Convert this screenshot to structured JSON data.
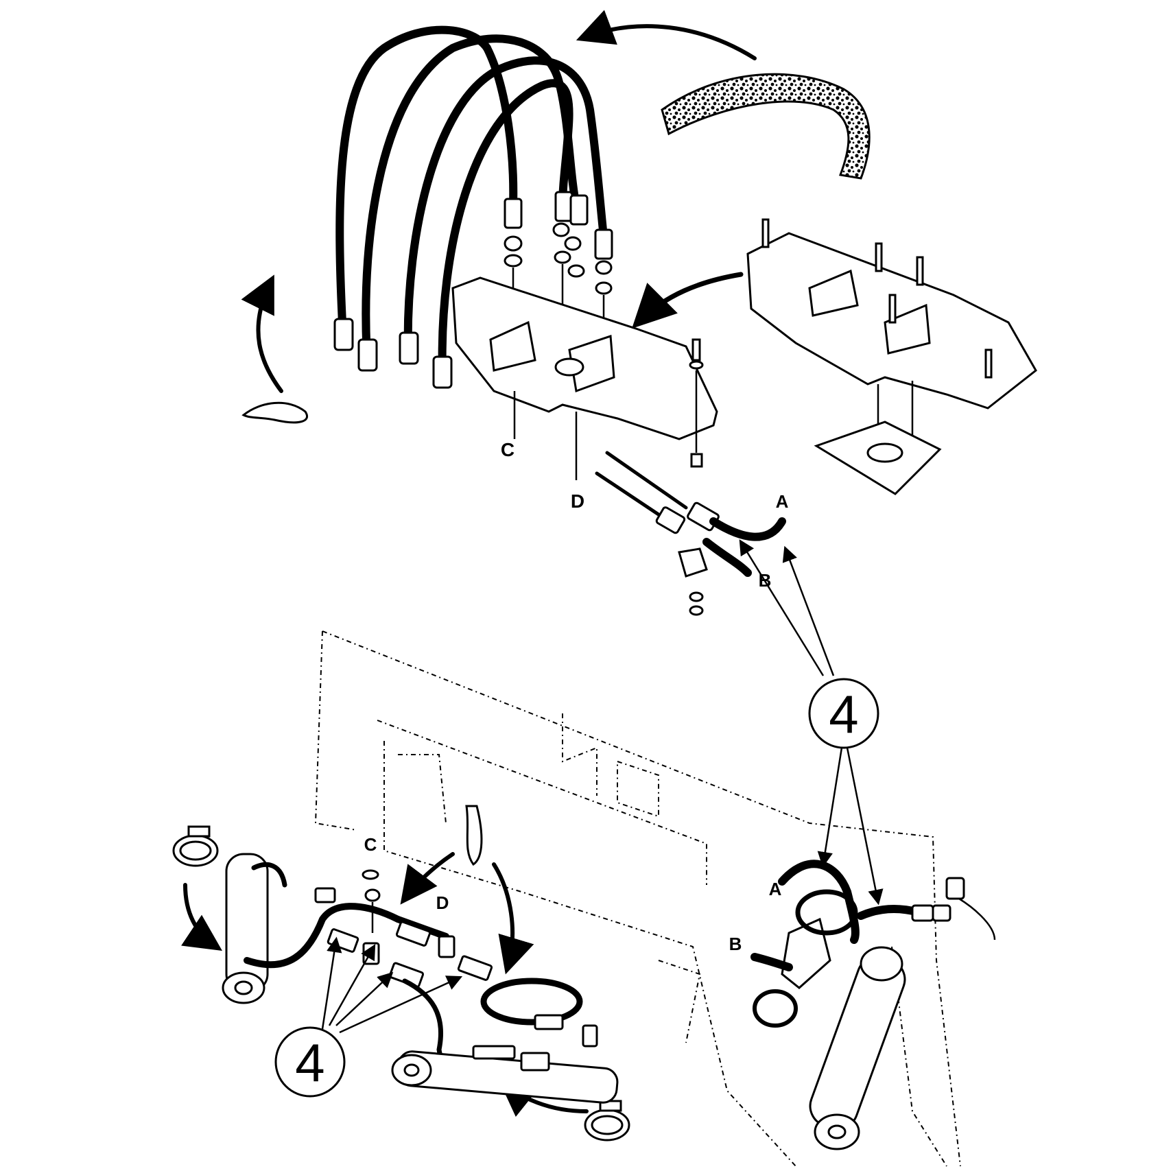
{
  "diagram": {
    "labels": {
      "c_top": "C",
      "d_top": "D",
      "a_top": "A",
      "b_top": "B",
      "c_bottom": "C",
      "d_bottom": "D",
      "a_bottom": "A",
      "b_bottom": "B"
    },
    "callouts": {
      "right": "4",
      "left": "4"
    },
    "colors": {
      "line": "#000000",
      "background": "#ffffff"
    }
  }
}
